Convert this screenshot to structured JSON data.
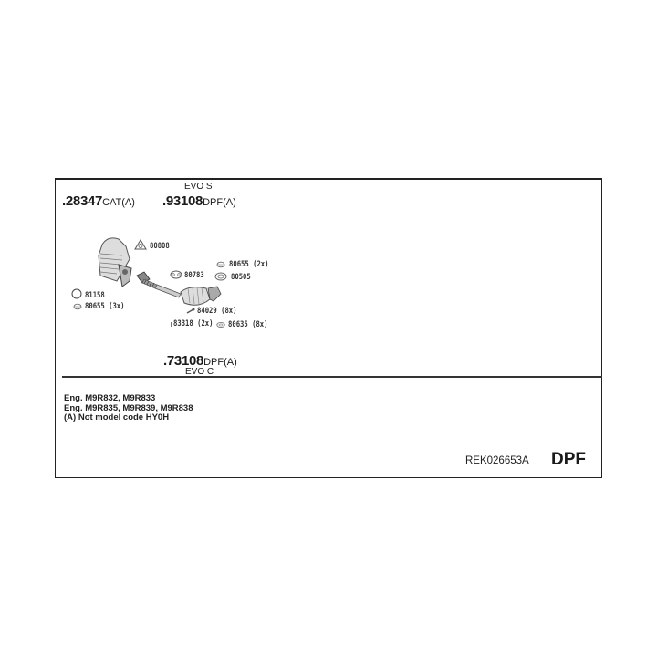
{
  "diagram": {
    "parts_top": [
      {
        "number": ".28347",
        "suffix": "CAT(A)"
      },
      {
        "number": ".93108",
        "suffix": "DPF(A)",
        "variant": "EVO S"
      }
    ],
    "part_bottom": {
      "number": ".73108",
      "suffix": "DPF(A)",
      "variant": "EVO C"
    },
    "component_labels": [
      {
        "id": "80808",
        "text": "80808",
        "icon": "triangle-gasket-icon"
      },
      {
        "id": "80783",
        "text": "80783",
        "icon": "oval-gasket-icon"
      },
      {
        "id": "80655-2x",
        "text": "80655 (2x)",
        "icon": "small-ring-icon"
      },
      {
        "id": "80505",
        "text": "80505",
        "icon": "ring-gasket-icon"
      },
      {
        "id": "81158",
        "text": "81158",
        "icon": "o-ring-icon"
      },
      {
        "id": "80655-3x",
        "text": "80655 (3x)",
        "icon": "small-ring-icon"
      },
      {
        "id": "84029",
        "text": "84029 (8x)",
        "icon": "bolt-icon"
      },
      {
        "id": "83318",
        "text": "83318 (2x)",
        "icon": "nut-icon"
      },
      {
        "id": "80635",
        "text": "80635 (8x)",
        "icon": "washer-icon"
      }
    ],
    "notes": [
      "Eng. M9R832, M9R833",
      "Eng. M9R835, M9R839, M9R838",
      "(A) Not model code HY0H"
    ],
    "code": "REK026653A",
    "type_label": "DPF"
  }
}
